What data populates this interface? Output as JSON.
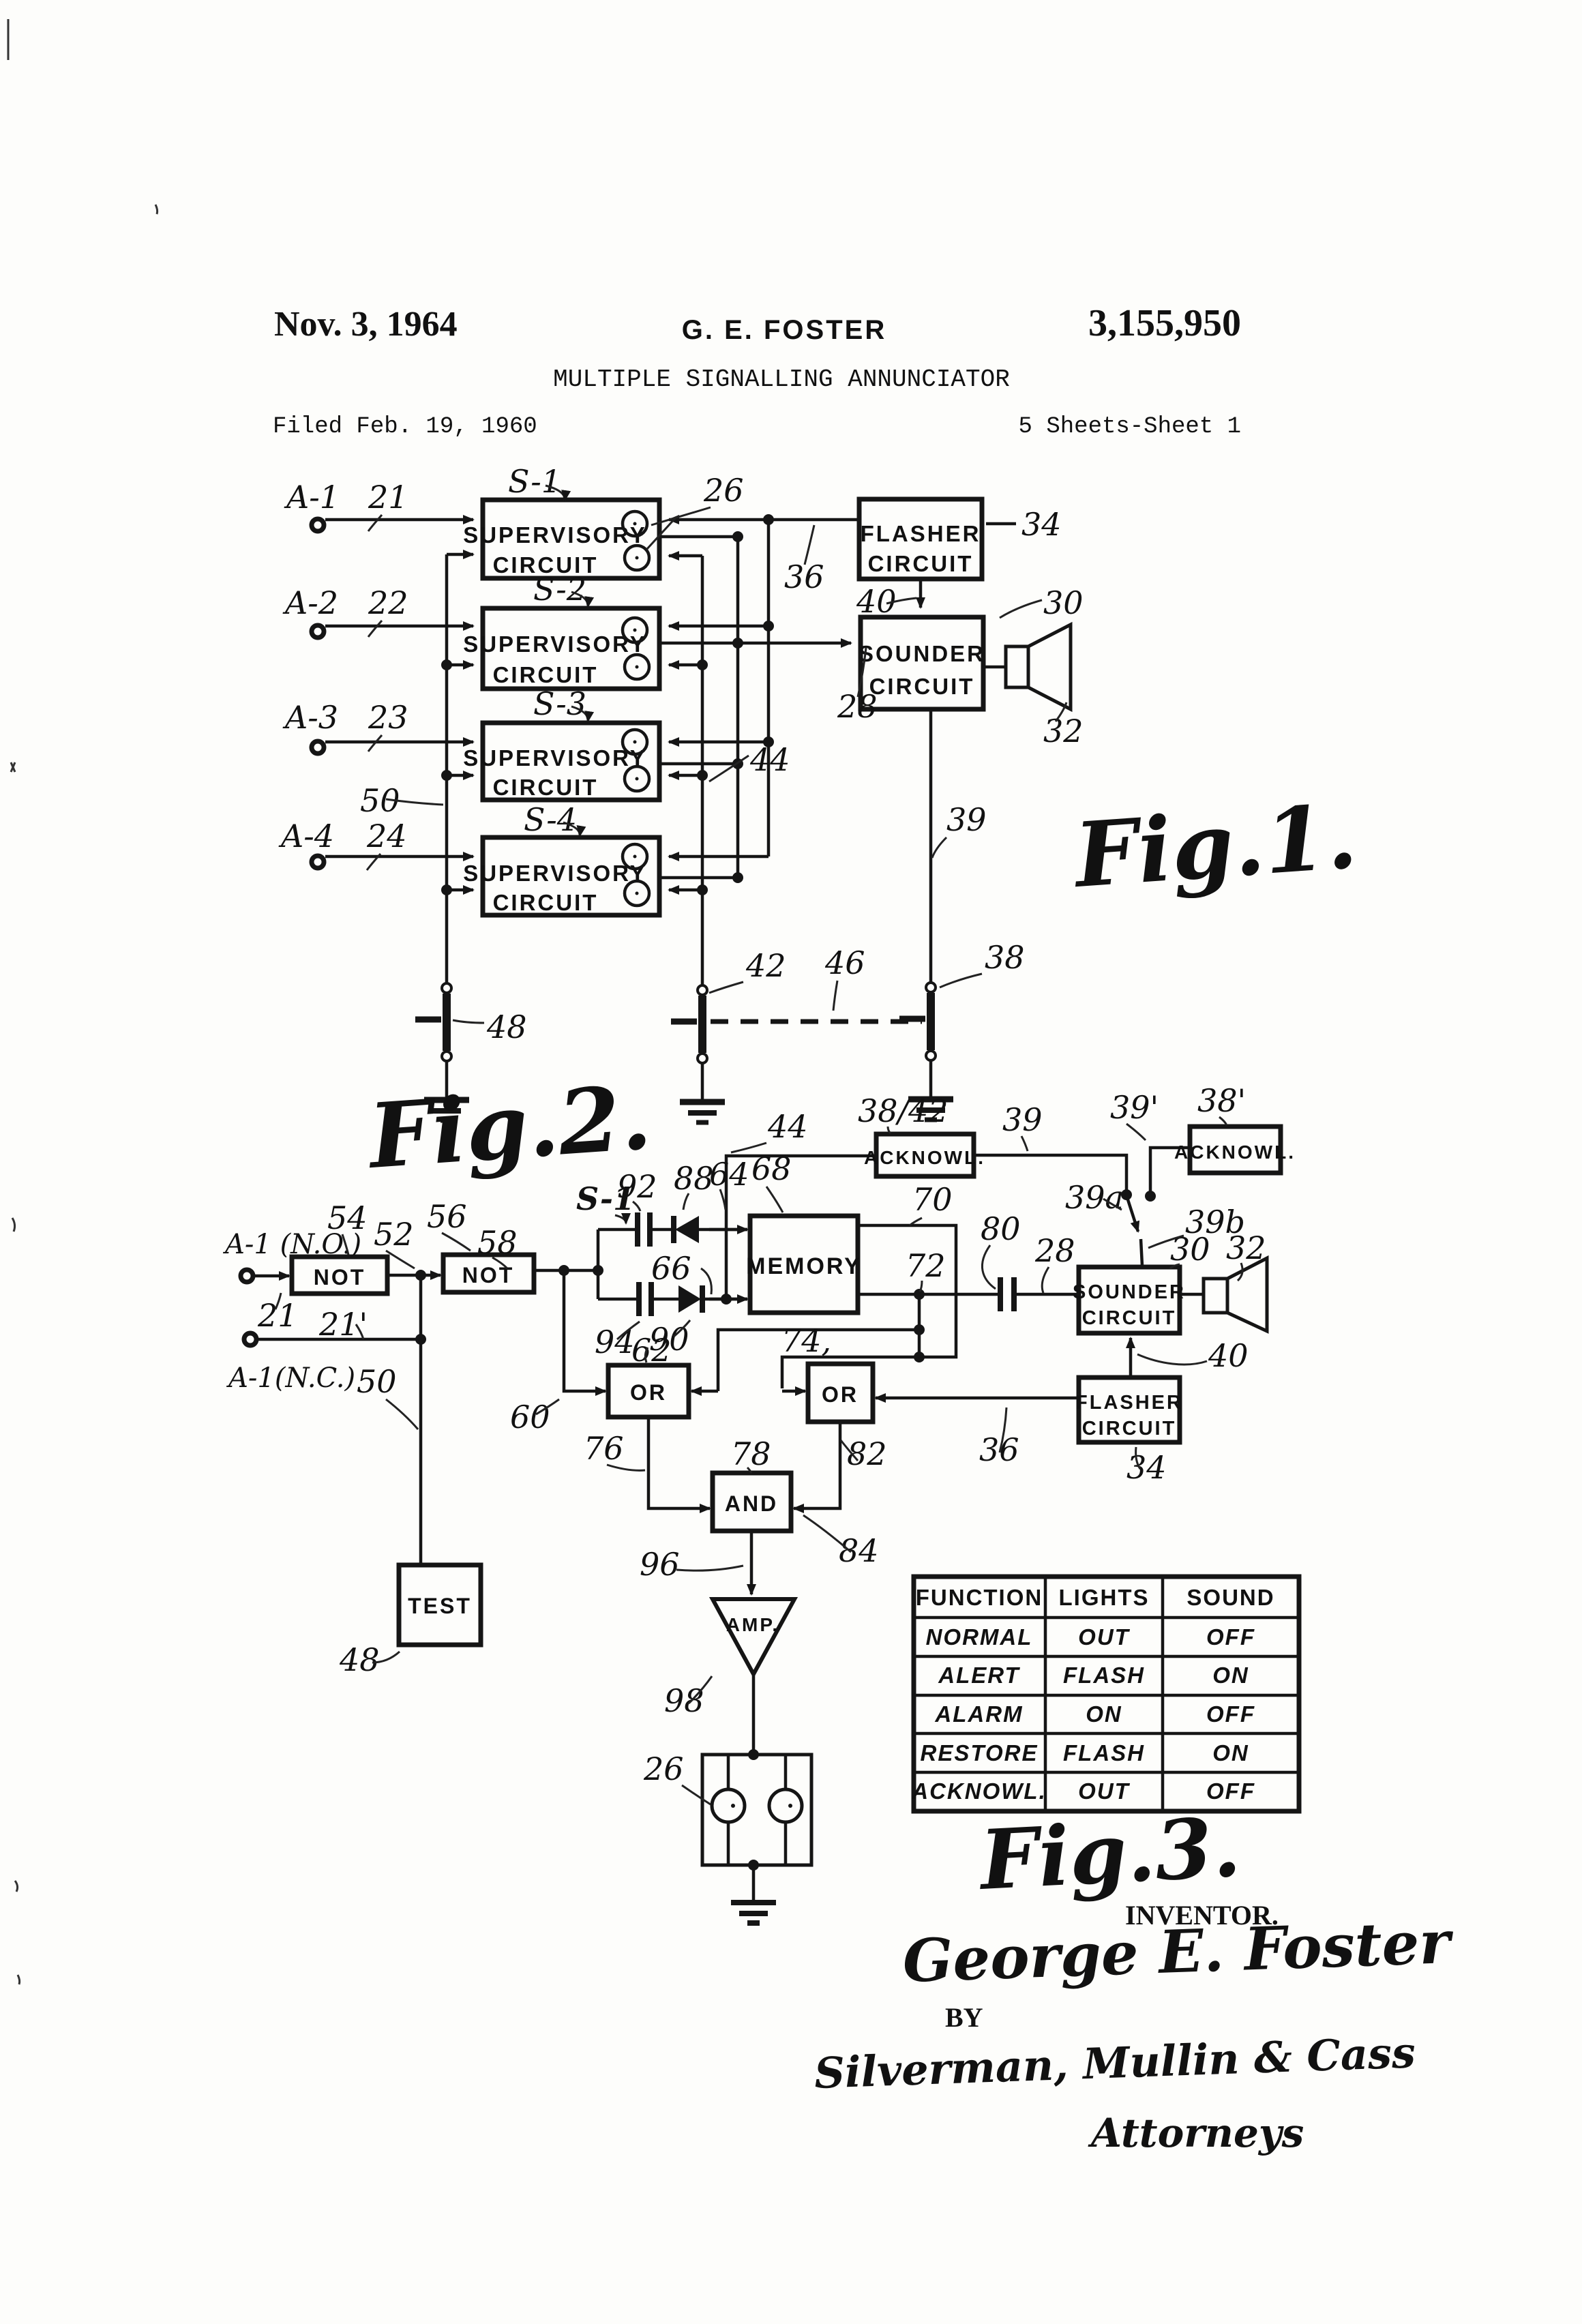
{
  "header": {
    "date": "Nov. 3, 1964",
    "inventor": "G. E. FOSTER",
    "patent_number": "3,155,950",
    "title": "MULTIPLE SIGNALLING ANNUNCIATOR",
    "filed": "Filed Feb. 19, 1960",
    "sheet": "5 Sheets-Sheet 1"
  },
  "fig1": {
    "title": "Fig.1.",
    "sup1": "SUPERVISORY",
    "sup2": "CIRCUIT",
    "s": [
      "S-1",
      "S-2",
      "S-3",
      "S-4"
    ],
    "a": [
      "A-1",
      "A-2",
      "A-3",
      "A-4"
    ],
    "flasher1": "FLASHER",
    "flasher2": "CIRCUIT",
    "sounder1": "SOUNDER",
    "sounder2": "CIRCUIT",
    "n21": "21",
    "n22": "22",
    "n23": "23",
    "n24": "24",
    "n26": "26",
    "n28": "28",
    "n30": "30",
    "n32": "32",
    "n34": "34",
    "n36": "36",
    "n38": "38",
    "n39": "39",
    "n40": "40",
    "n42": "42",
    "n44": "44",
    "n46": "46",
    "n48": "48",
    "n50": "50"
  },
  "fig2": {
    "title": "Fig.2.",
    "not": "NOT",
    "test": "TEST",
    "memory": "MEMORY",
    "or": "OR",
    "and": "AND",
    "amp": "AMP.",
    "ack": "ACKNOWL.",
    "sounder1": "SOUNDER",
    "sounder2": "CIRCUIT",
    "flasher1": "FLASHER",
    "flasher2": "CIRCUIT",
    "ano": "A-1 (N.O.)",
    "anc": "A-1(N.C.)",
    "s1": "S-1",
    "n21": "21",
    "n21p": "21'",
    "n26": "26",
    "n28": "28",
    "n30": "30",
    "n32": "32",
    "n34": "34",
    "n36": "36",
    "n3842": "38/42",
    "n38p": "38'",
    "n39": "39",
    "n39p": "39'",
    "n39a": "39a",
    "n39b": "39b",
    "n40": "40",
    "n44": "44",
    "n48": "48",
    "n50": "50",
    "n52": "52",
    "n54": "54",
    "n56": "56",
    "n58": "58",
    "n60": "60",
    "n62": "62",
    "n64": "64",
    "n66": "66",
    "n68": "68",
    "n70": "70",
    "n72": "72",
    "n74": "74,",
    "n76": "76",
    "n78": "78",
    "n80": "80",
    "n82": "82",
    "n84": "84",
    "n88": "88",
    "n90": "90",
    "n92": "92",
    "n94": "94",
    "n96": "96",
    "n98": "98"
  },
  "fig3": {
    "title": "Fig.3.",
    "headers": [
      "FUNCTION",
      "LIGHTS",
      "SOUND"
    ],
    "rows": [
      [
        "NORMAL",
        "OUT",
        "OFF"
      ],
      [
        "ALERT",
        "FLASH",
        "ON"
      ],
      [
        "ALARM",
        "ON",
        "OFF"
      ],
      [
        "RESTORE",
        "FLASH",
        "ON"
      ],
      [
        "ACKNOWL.",
        "OUT",
        "OFF"
      ]
    ]
  },
  "sig": {
    "inventor_label": "INVENTOR.",
    "inventor": "George E. Foster",
    "by": "BY",
    "firm": "Silverman, Mullin & Cass",
    "attorneys": "Attorneys"
  }
}
